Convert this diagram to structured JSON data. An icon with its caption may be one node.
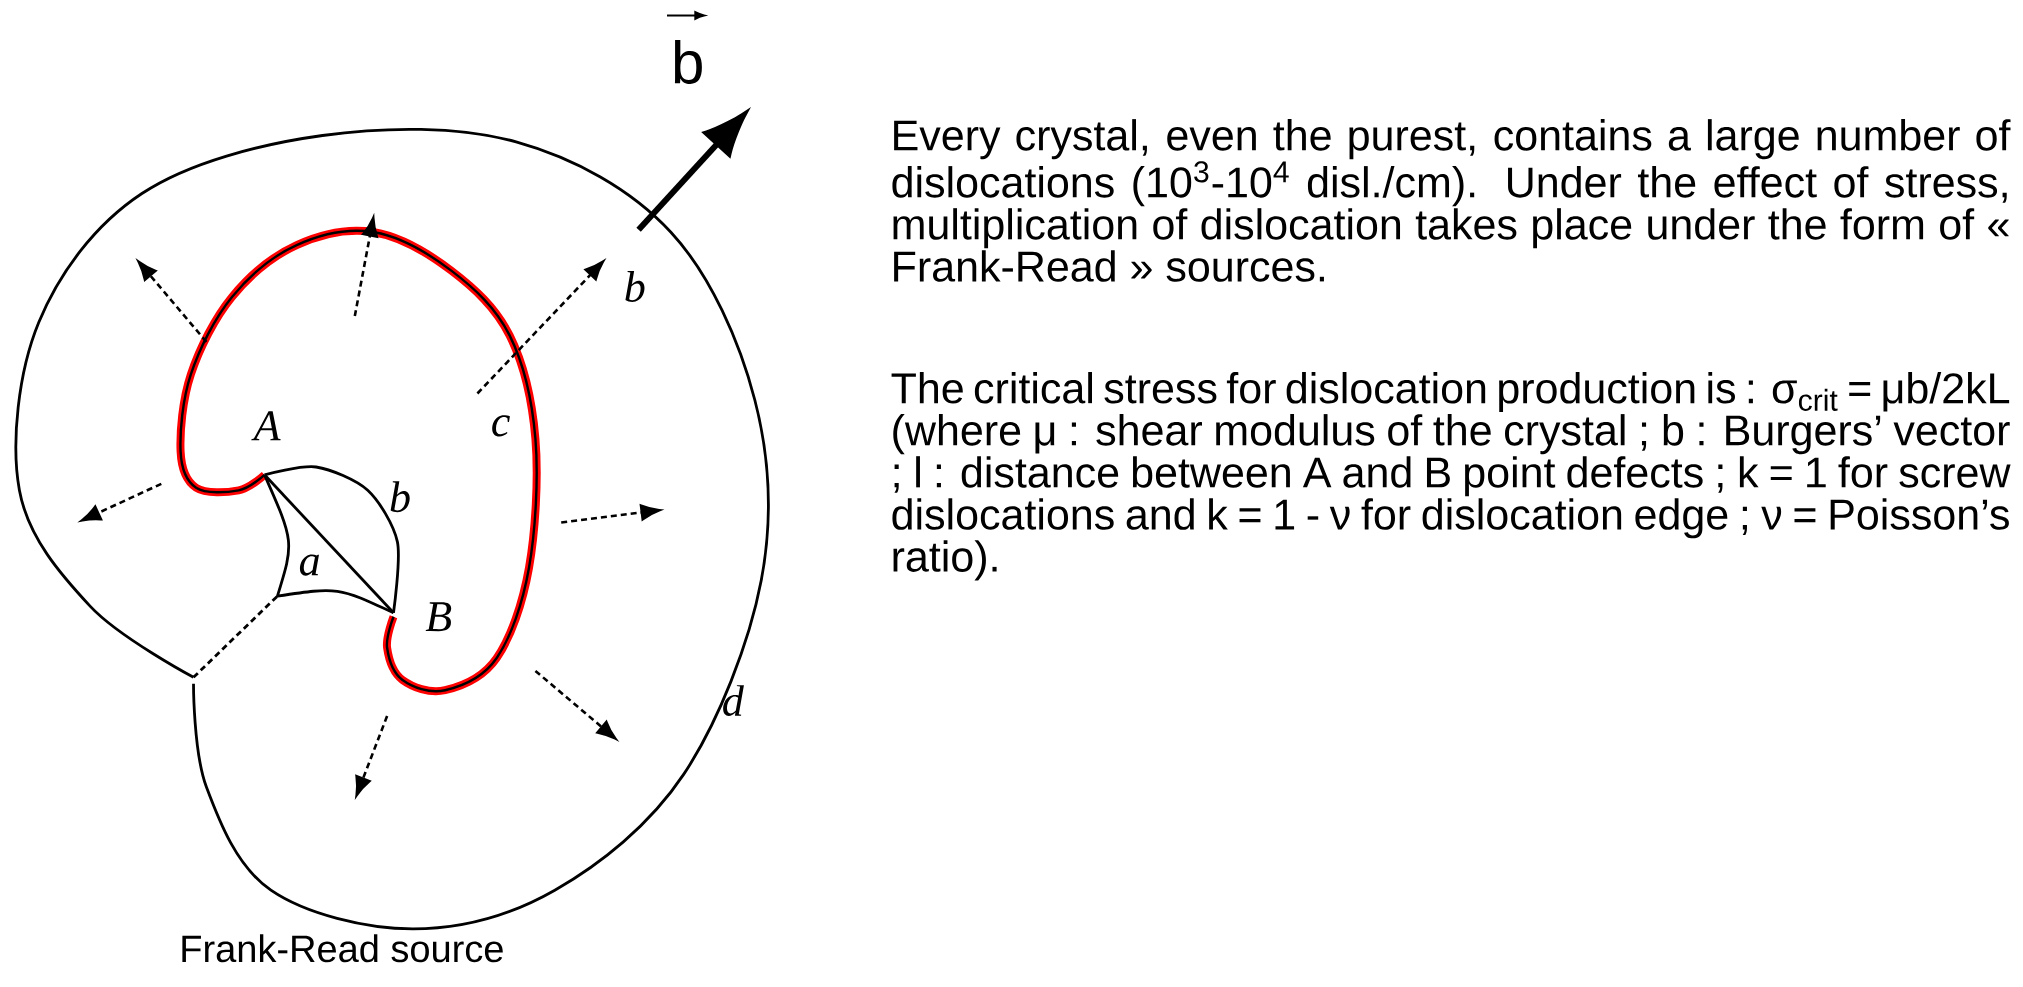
{
  "diagram": {
    "caption": "Frank-Read source",
    "labels": [
      "b",
      "b",
      "A",
      "c",
      "b",
      "a",
      "B",
      "d",
      "Every crystal, even the purest, contains a large number of dislocations (10$^{3}$-10$^{4}$ disl./cm). Under the effect of stress, multiplication of dislocation takes place under the form of « Frank-Read » sources.",
      "The critical stress for dislocation production is : σ$_{crit}$ = μb/2kL (where μ : shear modulus of the crystal ; b : Burgers’ vector ; l : distance between A and B point defects ; k = 1 for screw dislocations and k = 1 - ν for dislocation edge ; ν = Poisson’s ratio)."
    ]
  }
}
